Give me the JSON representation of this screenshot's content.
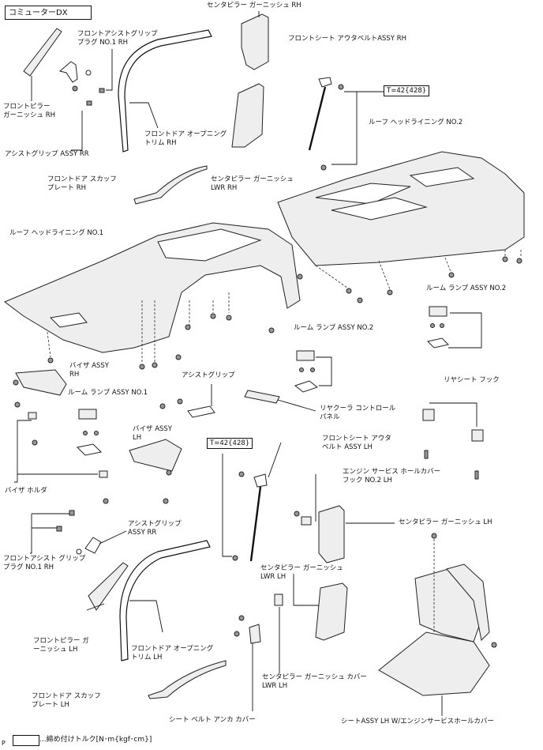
{
  "header": {
    "title": "コミューターDX"
  },
  "torque_label": "T=42{428}",
  "footer": {
    "legend": "...締め付けトルク[N･m{kgf･cm}]",
    "page_mark": "P"
  },
  "labels": {
    "front_pillar_garnish_rh": "フロントピラー\nガーニッシュ RH",
    "front_assist_grip_plug_rh_top": "フロントアシストグリップ\nプラグ NO.1 RH",
    "assist_grip_assy_rr_top": "アシストグリップ ASSY RR",
    "front_door_opening_trim_rh": "フロントドア オープニング\nトリム RH",
    "center_pillar_garnish_rh": "センタピラー ガーニッシュ RH",
    "front_seat_outer_belt_rh": "フロントシート アウタベルトASSY RH",
    "center_pillar_garnish_lwr_rh": "センタピラー ガーニッシュ\nLWR RH",
    "roof_headlining_no2": "ルーフ ヘッドライニング NO.2",
    "front_door_scuff_plate_rh": "フロントドア スカッフ\nプレート RH",
    "roof_headlining_no1": "ルーフ ヘッドライニング NO.1",
    "room_lamp_no2_a": "ルーム ランプ ASSY NO.2",
    "room_lamp_no2_b": "ルーム ランプ ASSY NO.2",
    "visor_assy_rh": "バイザ ASSY\nRH",
    "room_lamp_no1": "ルーム ランプ ASSY NO.1",
    "assist_grip": "アシストグリップ",
    "rear_cooler_control_panel": "リヤクーラ コントロール\nパネル",
    "rear_seat_hook": "リヤシート フック",
    "visor_assy_lh": "バイザ ASSY\nLH",
    "visor_holder": "バイザ ホルダ",
    "front_seat_outer_belt_lh": "フロントシート アウタ\nベルト ASSY LH",
    "engine_service_hole_cover_hook": "エンジン サービス ホールカバー\nフック NO.2 LH",
    "center_pillar_garnish_lh": "センタピラー ガーニッシュ LH",
    "assist_grip_assy_rr_bottom": "アシストグリップ\nASSY RR",
    "front_assist_grip_plug_rh_bottom": "フロントアシスト グリップ\nプラグ NO.1 RH",
    "center_pillar_garnish_lwr_lh": "センタピラー ガーニッシュ\nLWR LH",
    "front_pillar_garnish_lh": "フロントピラー ガ\nーニッシュ LH",
    "front_door_opening_trim_lh": "フロントドア オープニング\nトリム LH",
    "center_pillar_garnish_cover_lwr_lh": "センタピラー ガーニッシュ カバー\nLWR LH",
    "front_door_scuff_plate_lh": "フロントドア スカッフ\nプレート LH",
    "seat_belt_anchor_cover": "シート ベルト アンカ カバー",
    "seat_assy_lh": "シートASSY LH W/エンジンサービスホールカバー"
  }
}
